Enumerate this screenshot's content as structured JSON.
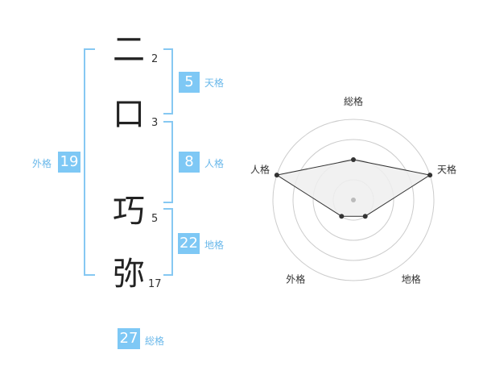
{
  "characters": [
    {
      "char": "二",
      "strokes": "2"
    },
    {
      "char": "口",
      "strokes": "3"
    },
    {
      "char": "巧",
      "strokes": "5"
    },
    {
      "char": "弥",
      "strokes": "17"
    }
  ],
  "fortune": {
    "tenkaku": {
      "value": "5",
      "label": "天格"
    },
    "jinkaku": {
      "value": "8",
      "label": "人格"
    },
    "chikaku": {
      "value": "22",
      "label": "地格"
    },
    "gaikaku": {
      "value": "19",
      "label": "外格"
    },
    "soukaku": {
      "value": "27",
      "label": "総格"
    }
  },
  "chart_data": {
    "type": "radar",
    "axes": [
      "総格",
      "天格",
      "地格",
      "外格",
      "人格"
    ],
    "values": [
      2,
      4,
      1,
      1,
      4
    ],
    "max": 4,
    "rings": 4,
    "colors": {
      "fill": "#eeeeee",
      "stroke": "#333333",
      "ring": "#cccccc",
      "center": "#bbbbbb"
    }
  },
  "colors": {
    "accent": "#7ec8f5",
    "label": "#6ab8ea",
    "bracket": "#86c8f2"
  }
}
